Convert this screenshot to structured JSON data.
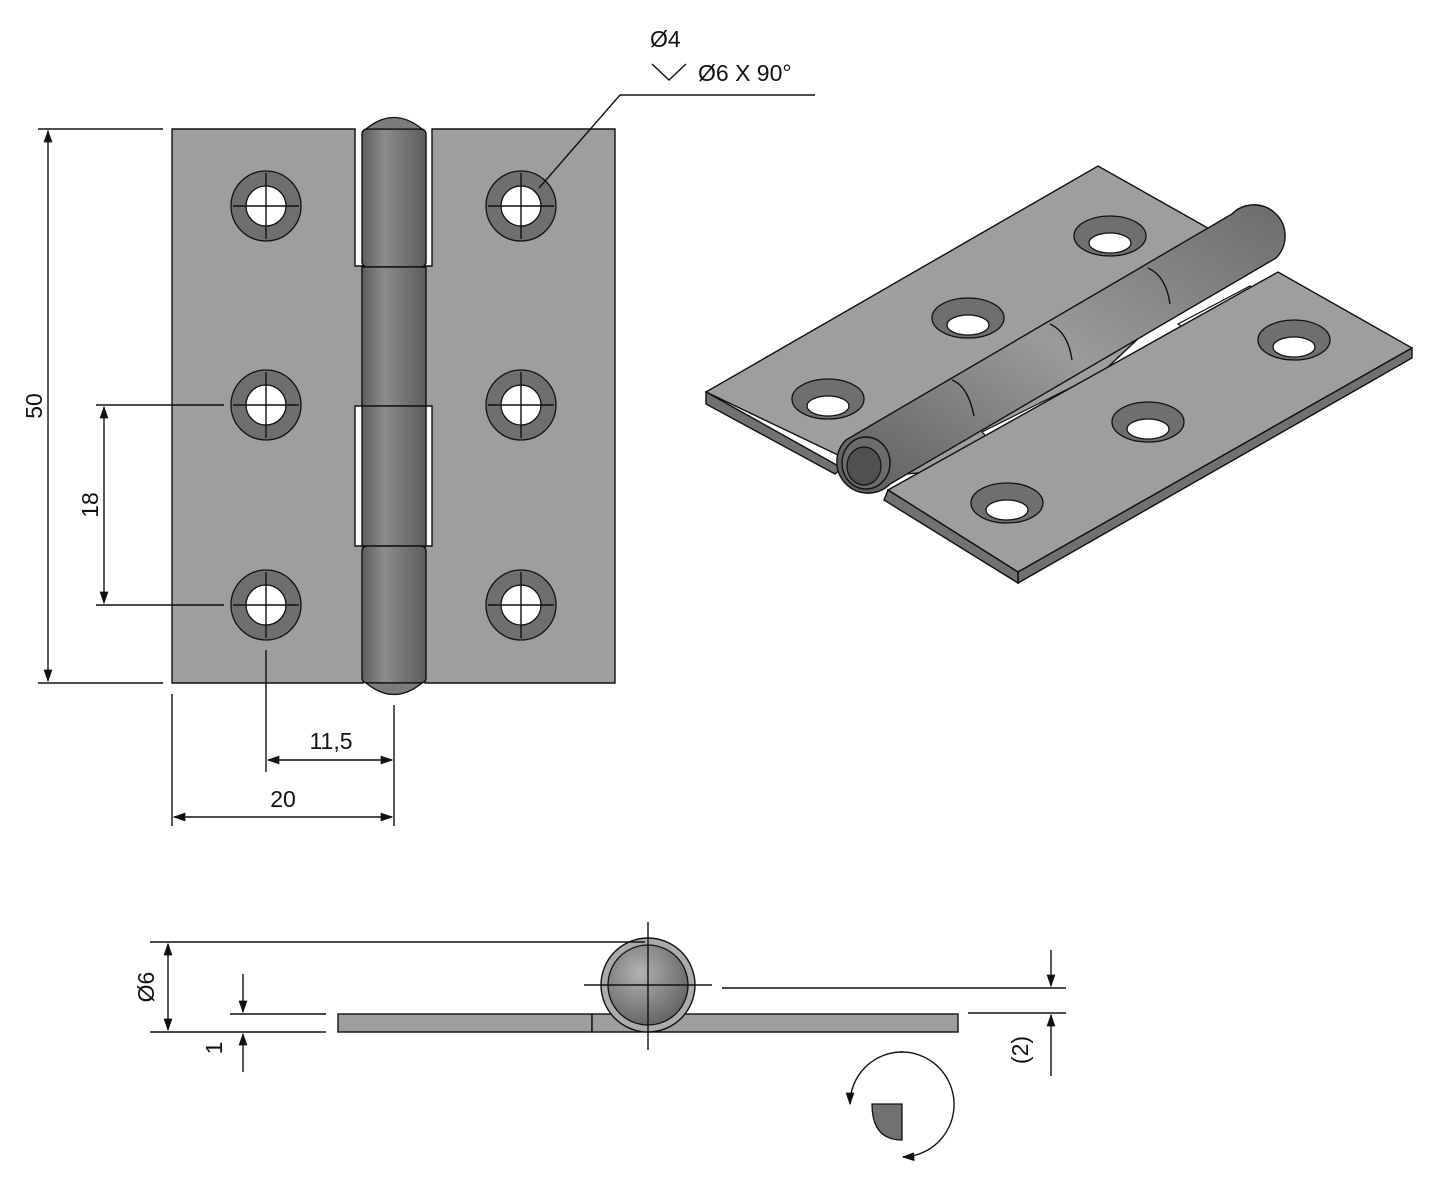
{
  "dimensions": {
    "hole_diameter": "Ø4",
    "countersink": "Ø6 X 90°",
    "height": "50",
    "hole_pitch": "18",
    "hole_to_axis": "11,5",
    "leaf_width": "20",
    "knuckle_diameter": "Ø6",
    "leaf_thickness": "1",
    "pin_offset": "(2)"
  },
  "colors": {
    "metal": "#9c9e9f",
    "metal_dark": "#6f7172",
    "line": "#111111"
  },
  "icons": [
    "countersink-symbol-icon",
    "rotation-arrow-icon"
  ]
}
